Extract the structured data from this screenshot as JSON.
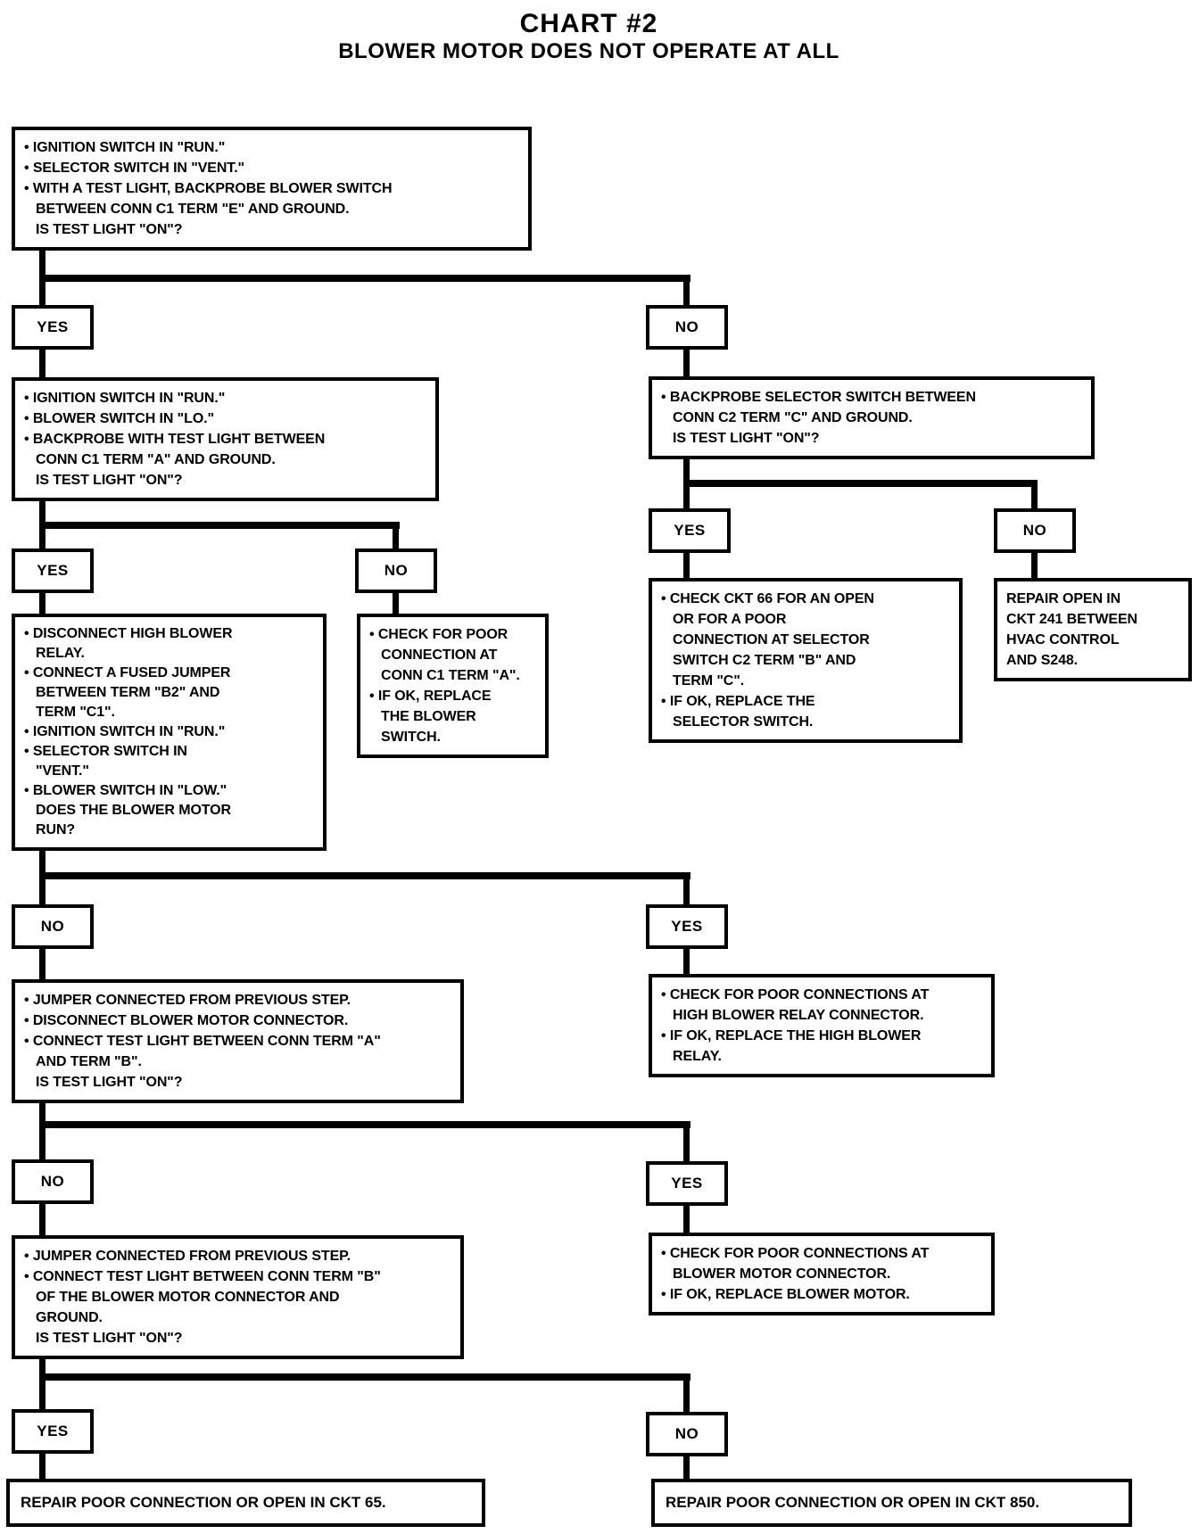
{
  "title": {
    "line1": "CHART #2",
    "line2": "BLOWER MOTOR DOES NOT OPERATE AT ALL"
  },
  "labels": {
    "yes": "YES",
    "no": "NO"
  },
  "boxes": {
    "step1": "• IGNITION SWITCH IN \"RUN.\"\n• SELECTOR SWITCH IN \"VENT.\"\n• WITH A TEST LIGHT, BACKPROBE BLOWER SWITCH\n   BETWEEN CONN C1 TERM \"E\" AND GROUND.\n   IS TEST LIGHT \"ON\"?",
    "yes_branch_test": "• IGNITION SWITCH IN \"RUN.\"\n• BLOWER SWITCH IN \"LO.\"\n• BACKPROBE WITH TEST LIGHT BETWEEN\n   CONN C1 TERM \"A\" AND GROUND.\n   IS TEST LIGHT \"ON\"?",
    "no_branch_test": "• BACKPROBE SELECTOR SWITCH BETWEEN\n   CONN C2 TERM \"C\" AND GROUND.\n   IS TEST LIGHT \"ON\"?",
    "jumper_test": "• DISCONNECT HIGH BLOWER\n   RELAY.\n• CONNECT A FUSED JUMPER\n   BETWEEN TERM \"B2\" AND\n   TERM \"C1\".\n• IGNITION SWITCH IN \"RUN.\"\n• SELECTOR SWITCH IN\n   \"VENT.\"\n• BLOWER SWITCH IN \"LOW.\"\n   DOES THE BLOWER MOTOR\n   RUN?",
    "replace_blower_switch": "• CHECK FOR POOR\n   CONNECTION AT\n   CONN C1 TERM \"A\".\n• IF OK, REPLACE\n   THE BLOWER\n   SWITCH.",
    "check_ckt66": "• CHECK CKT 66 FOR AN OPEN\n   OR FOR A POOR\n   CONNECTION AT SELECTOR\n   SWITCH C2 TERM \"B\" AND\n   TERM \"C\".\n• IF OK, REPLACE THE\n   SELECTOR SWITCH.",
    "repair_ckt241": "REPAIR OPEN IN\nCKT 241 BETWEEN\nHVAC CONTROL\nAND S248.",
    "motor_conn_test": "• JUMPER CONNECTED FROM PREVIOUS STEP.\n• DISCONNECT BLOWER MOTOR CONNECTOR.\n• CONNECT TEST LIGHT BETWEEN CONN TERM \"A\"\n   AND TERM \"B\".\n   IS TEST LIGHT \"ON\"?",
    "high_blower_relay": "• CHECK FOR POOR CONNECTIONS AT\n   HIGH BLOWER RELAY CONNECTOR.\n• IF OK, REPLACE THE HIGH BLOWER\n   RELAY.",
    "ground_test": "• JUMPER CONNECTED FROM PREVIOUS STEP.\n• CONNECT TEST LIGHT BETWEEN CONN TERM \"B\"\n   OF THE BLOWER MOTOR CONNECTOR AND\n   GROUND.\n   IS TEST LIGHT \"ON\"?",
    "blower_motor_conn": "• CHECK FOR POOR CONNECTIONS AT\n   BLOWER MOTOR CONNECTOR.\n• IF OK, REPLACE BLOWER MOTOR.",
    "repair_ckt65": "REPAIR POOR CONNECTION OR OPEN IN CKT 65.",
    "repair_ckt850": "REPAIR POOR CONNECTION OR OPEN IN CKT 850."
  }
}
